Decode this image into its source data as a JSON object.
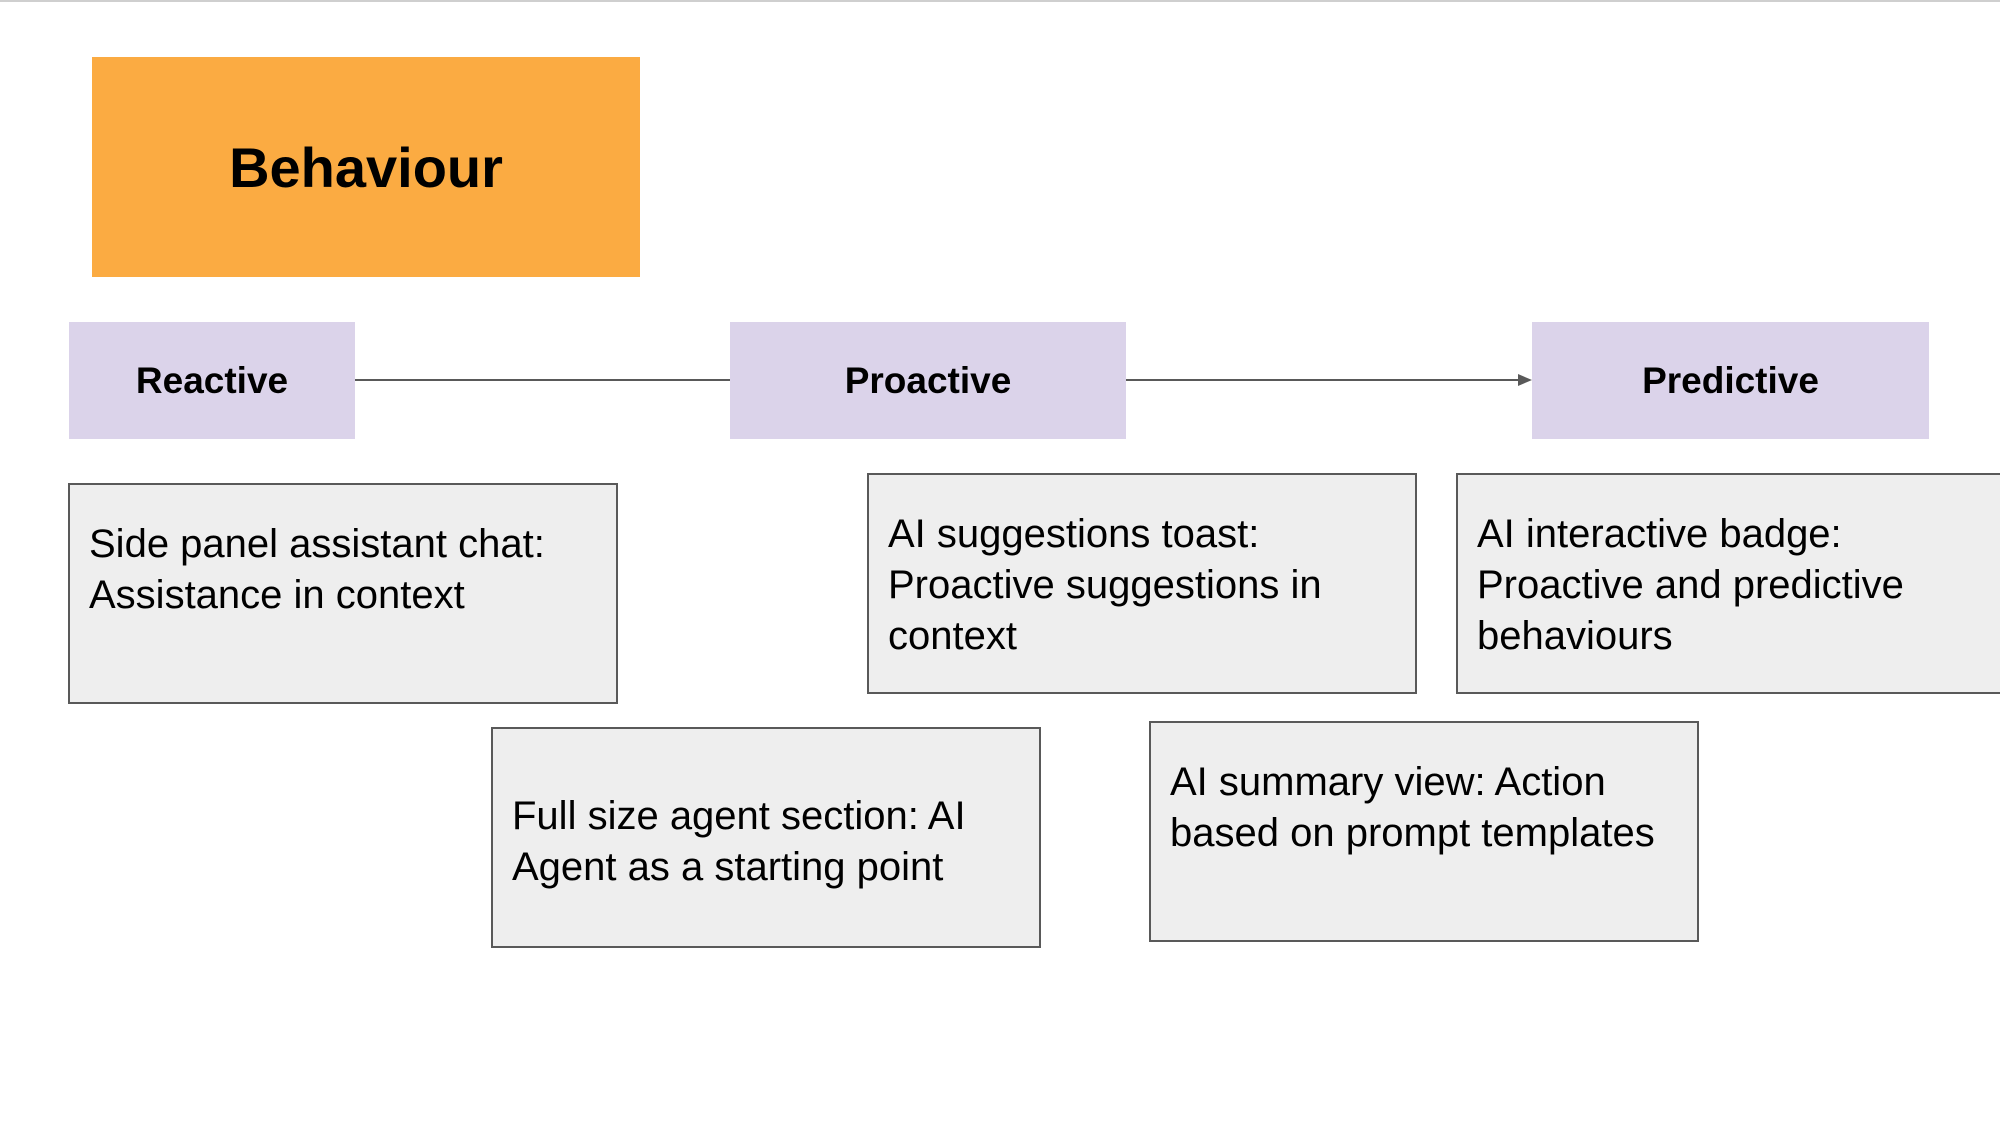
{
  "title": "Behaviour",
  "stages": {
    "reactive": "Reactive",
    "proactive": "Proactive",
    "predictive": "Predictive"
  },
  "cards": {
    "side_panel": "Side panel assistant chat: Assistance in context",
    "full_size": "Full size agent section: AI Agent as a starting point",
    "toast": "AI suggestions toast: Proactive suggestions in context",
    "summary": "AI summary view: Action based on prompt templates",
    "badge": "AI interactive badge: Proactive and predictive behaviours"
  },
  "colors": {
    "title_fill": "#fbab42",
    "stage_fill": "#dbd3ea",
    "card_fill": "#eeeeee",
    "card_border": "#595959",
    "connector": "#595959"
  }
}
